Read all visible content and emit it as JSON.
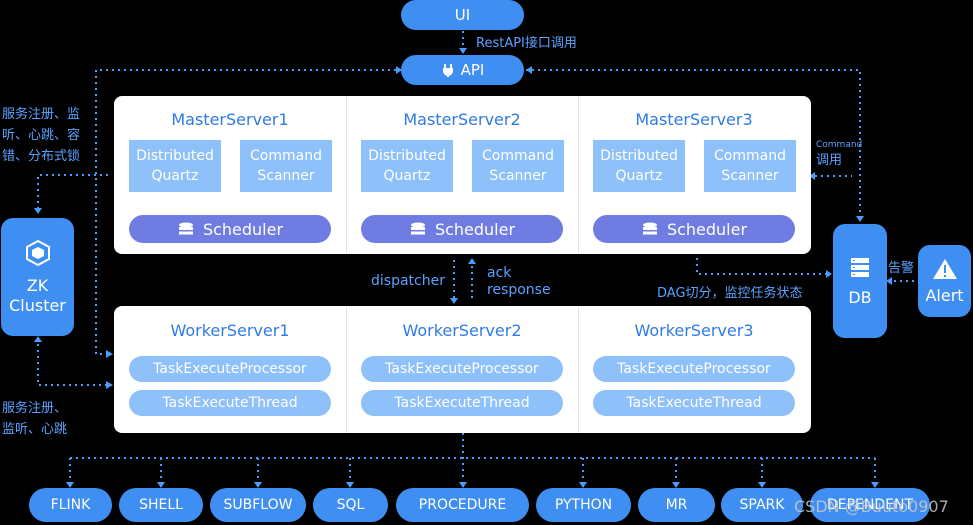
{
  "top": {
    "ui": "UI",
    "restapi": "RestAPI接口调用",
    "api": "API"
  },
  "master": {
    "servers": [
      "MasterServer1",
      "MasterServer2",
      "MasterServer3"
    ],
    "distributed": [
      "Distributed",
      "Quartz"
    ],
    "command": [
      "Command",
      "Scanner"
    ],
    "scheduler": "Scheduler"
  },
  "worker": {
    "servers": [
      "WorkerServer1",
      "WorkerServer2",
      "WorkerServer3"
    ],
    "processor": "TaskExecuteProcessor",
    "thread": "TaskExecuteThread"
  },
  "labels": {
    "service_reg_top": [
      "服务注册、监",
      "听、心跳、容",
      "错、分布式锁"
    ],
    "service_reg_bottom": [
      "服务注册、",
      "监听、心跳"
    ],
    "command_small": "Command",
    "command_call": "调用",
    "dispatcher": "dispatcher",
    "ack": "ack",
    "response": "response",
    "dag": "DAG切分，监控任务状态",
    "alarm": "告警"
  },
  "zk": [
    "ZK",
    "Cluster"
  ],
  "db": "DB",
  "alert": "Alert",
  "tasks": [
    "FLINK",
    "SHELL",
    "SUBFLOW",
    "SQL",
    "PROCEDURE",
    "PYTHON",
    "MR",
    "SPARK",
    "DEPENDENT"
  ],
  "watermark": "CSDN @Buuto0907",
  "colors": {
    "primary": "#3f8ff2",
    "light": "#8ec1f9",
    "scheduler": "#6f7de2",
    "dots": "#4a9cff"
  }
}
